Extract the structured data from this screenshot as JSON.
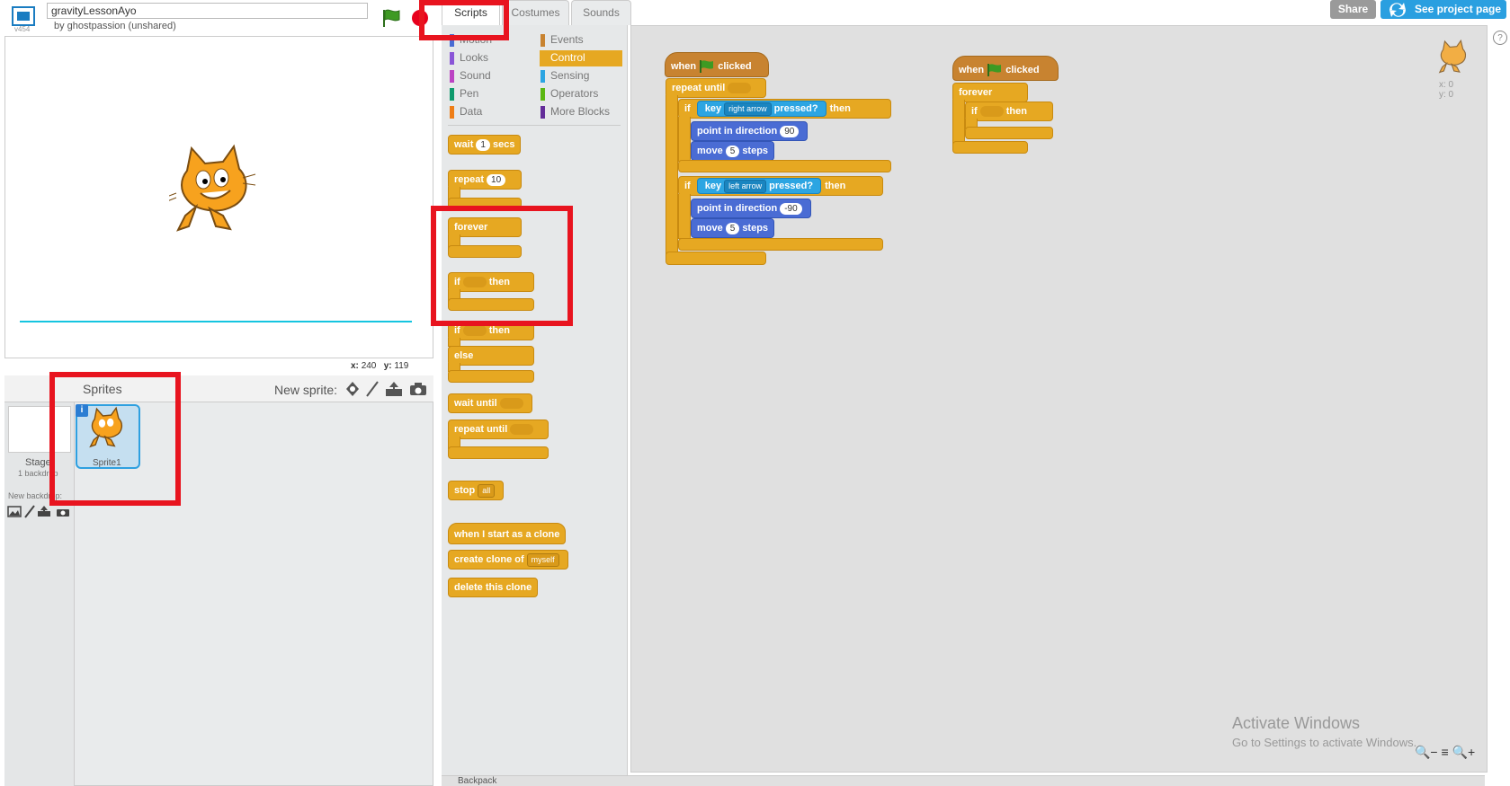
{
  "project": {
    "title": "gravityLessonAyo",
    "version": "v454",
    "byline": "by ghostpassion (unshared)"
  },
  "stage": {
    "coords_x_label": "x:",
    "coords_x_value": "240",
    "coords_y_label": "y:",
    "coords_y_value": "119"
  },
  "sprites_pane": {
    "title": "Sprites",
    "new_sprite_label": "New sprite:",
    "stage_label": "Stage",
    "backdrop_count": "1 backdrop",
    "new_backdrop_label": "New backdrop:",
    "sprite1_label": "Sprite1",
    "info_icon": "i"
  },
  "tabs": {
    "scripts": "Scripts",
    "costumes": "Costumes",
    "sounds": "Sounds"
  },
  "categories": {
    "motion": "Motion",
    "looks": "Looks",
    "sound": "Sound",
    "pen": "Pen",
    "data": "Data",
    "events": "Events",
    "control": "Control",
    "sensing": "Sensing",
    "operators": "Operators",
    "more_blocks": "More Blocks"
  },
  "colors": {
    "motion": "#4a6cd4",
    "looks": "#8a55d7",
    "sound": "#bb42c3",
    "pen": "#0e9a6c",
    "data": "#ee7d16",
    "events": "#c88330",
    "control": "#e6a822",
    "sensing": "#2ca5e2",
    "operators": "#5cb712",
    "more_blocks": "#632d99",
    "highlight": "#e8141f"
  },
  "palette": {
    "wait_a": "wait",
    "wait_val": "1",
    "wait_b": "secs",
    "repeat": "repeat",
    "repeat_val": "10",
    "forever": "forever",
    "if": "if",
    "then": "then",
    "if2": "if",
    "then2": "then",
    "else": "else",
    "wait_until": "wait until",
    "repeat_until": "repeat until",
    "stop": "stop",
    "stop_val": "all",
    "when_clone": "when I start as a clone",
    "create_clone": "create clone of",
    "create_clone_val": "myself",
    "delete_clone": "delete this clone"
  },
  "script1": {
    "when": "when",
    "clicked": "clicked",
    "repeat_until": "repeat until",
    "if1": "if",
    "key1": "key",
    "key1_val": "right arrow",
    "pressed1": "pressed?",
    "then1": "then",
    "point1": "point in direction",
    "point1_val": "90",
    "move1": "move",
    "move1_val": "5",
    "steps1": "steps",
    "if2": "if",
    "key2": "key",
    "key2_val": "left arrow",
    "pressed2": "pressed?",
    "then2": "then",
    "point2": "point in direction",
    "point2_val": "-90",
    "move2": "move",
    "move2_val": "5",
    "steps2": "steps"
  },
  "script2": {
    "when": "when",
    "clicked": "clicked",
    "forever": "forever",
    "if": "if",
    "then": "then"
  },
  "script_area": {
    "x_label": "x: 0",
    "y_label": "y: 0",
    "activate_title": "Activate Windows",
    "activate_sub": "Go to Settings to activate Windows."
  },
  "header_buttons": {
    "share": "Share",
    "see_project": "See project page",
    "help": "?"
  },
  "backpack": "Backpack",
  "icons": [
    "fullscreen-icon",
    "green-flag-icon",
    "stop-icon",
    "paint-icon",
    "brush-icon",
    "upload-icon",
    "camera-icon",
    "zoom-out-icon",
    "zoom-reset-icon",
    "zoom-in-icon",
    "remix-icon",
    "help-icon",
    "cat-icon"
  ]
}
